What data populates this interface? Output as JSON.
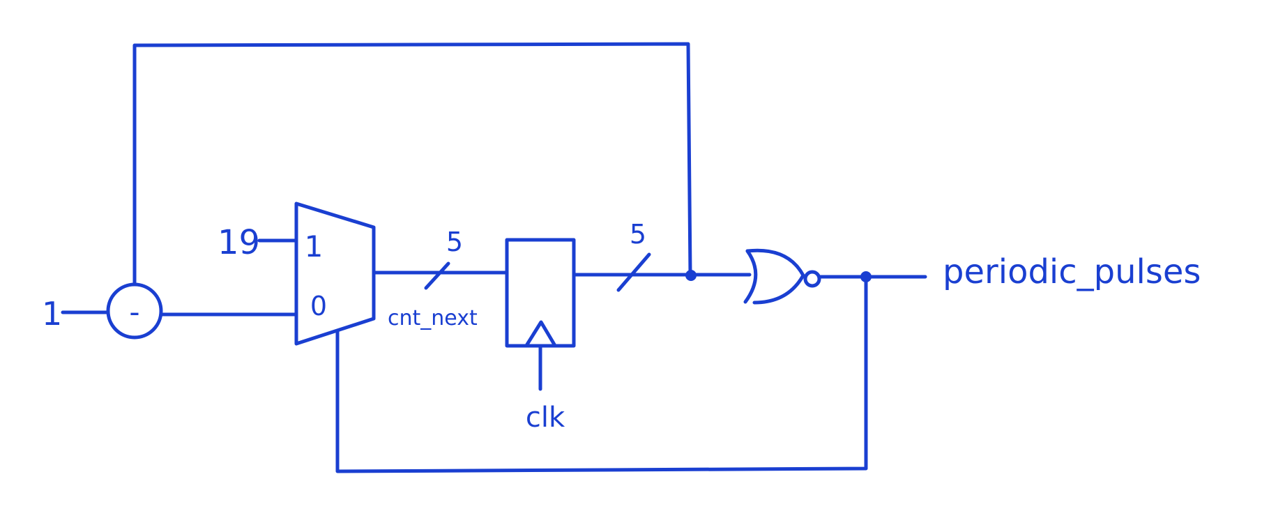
{
  "diagram": {
    "ink_color": "#1a3fd1",
    "background": "#ffffff",
    "labels": {
      "input_one": "1",
      "mux_const": "19",
      "mux_sel_1": "1",
      "mux_sel_0": "0",
      "subtract_op": "-",
      "bus_width_1": "5",
      "bus_width_2": "5",
      "cnt_next": "cnt_next",
      "clk": "clk",
      "output": "periodic_pulses"
    }
  }
}
